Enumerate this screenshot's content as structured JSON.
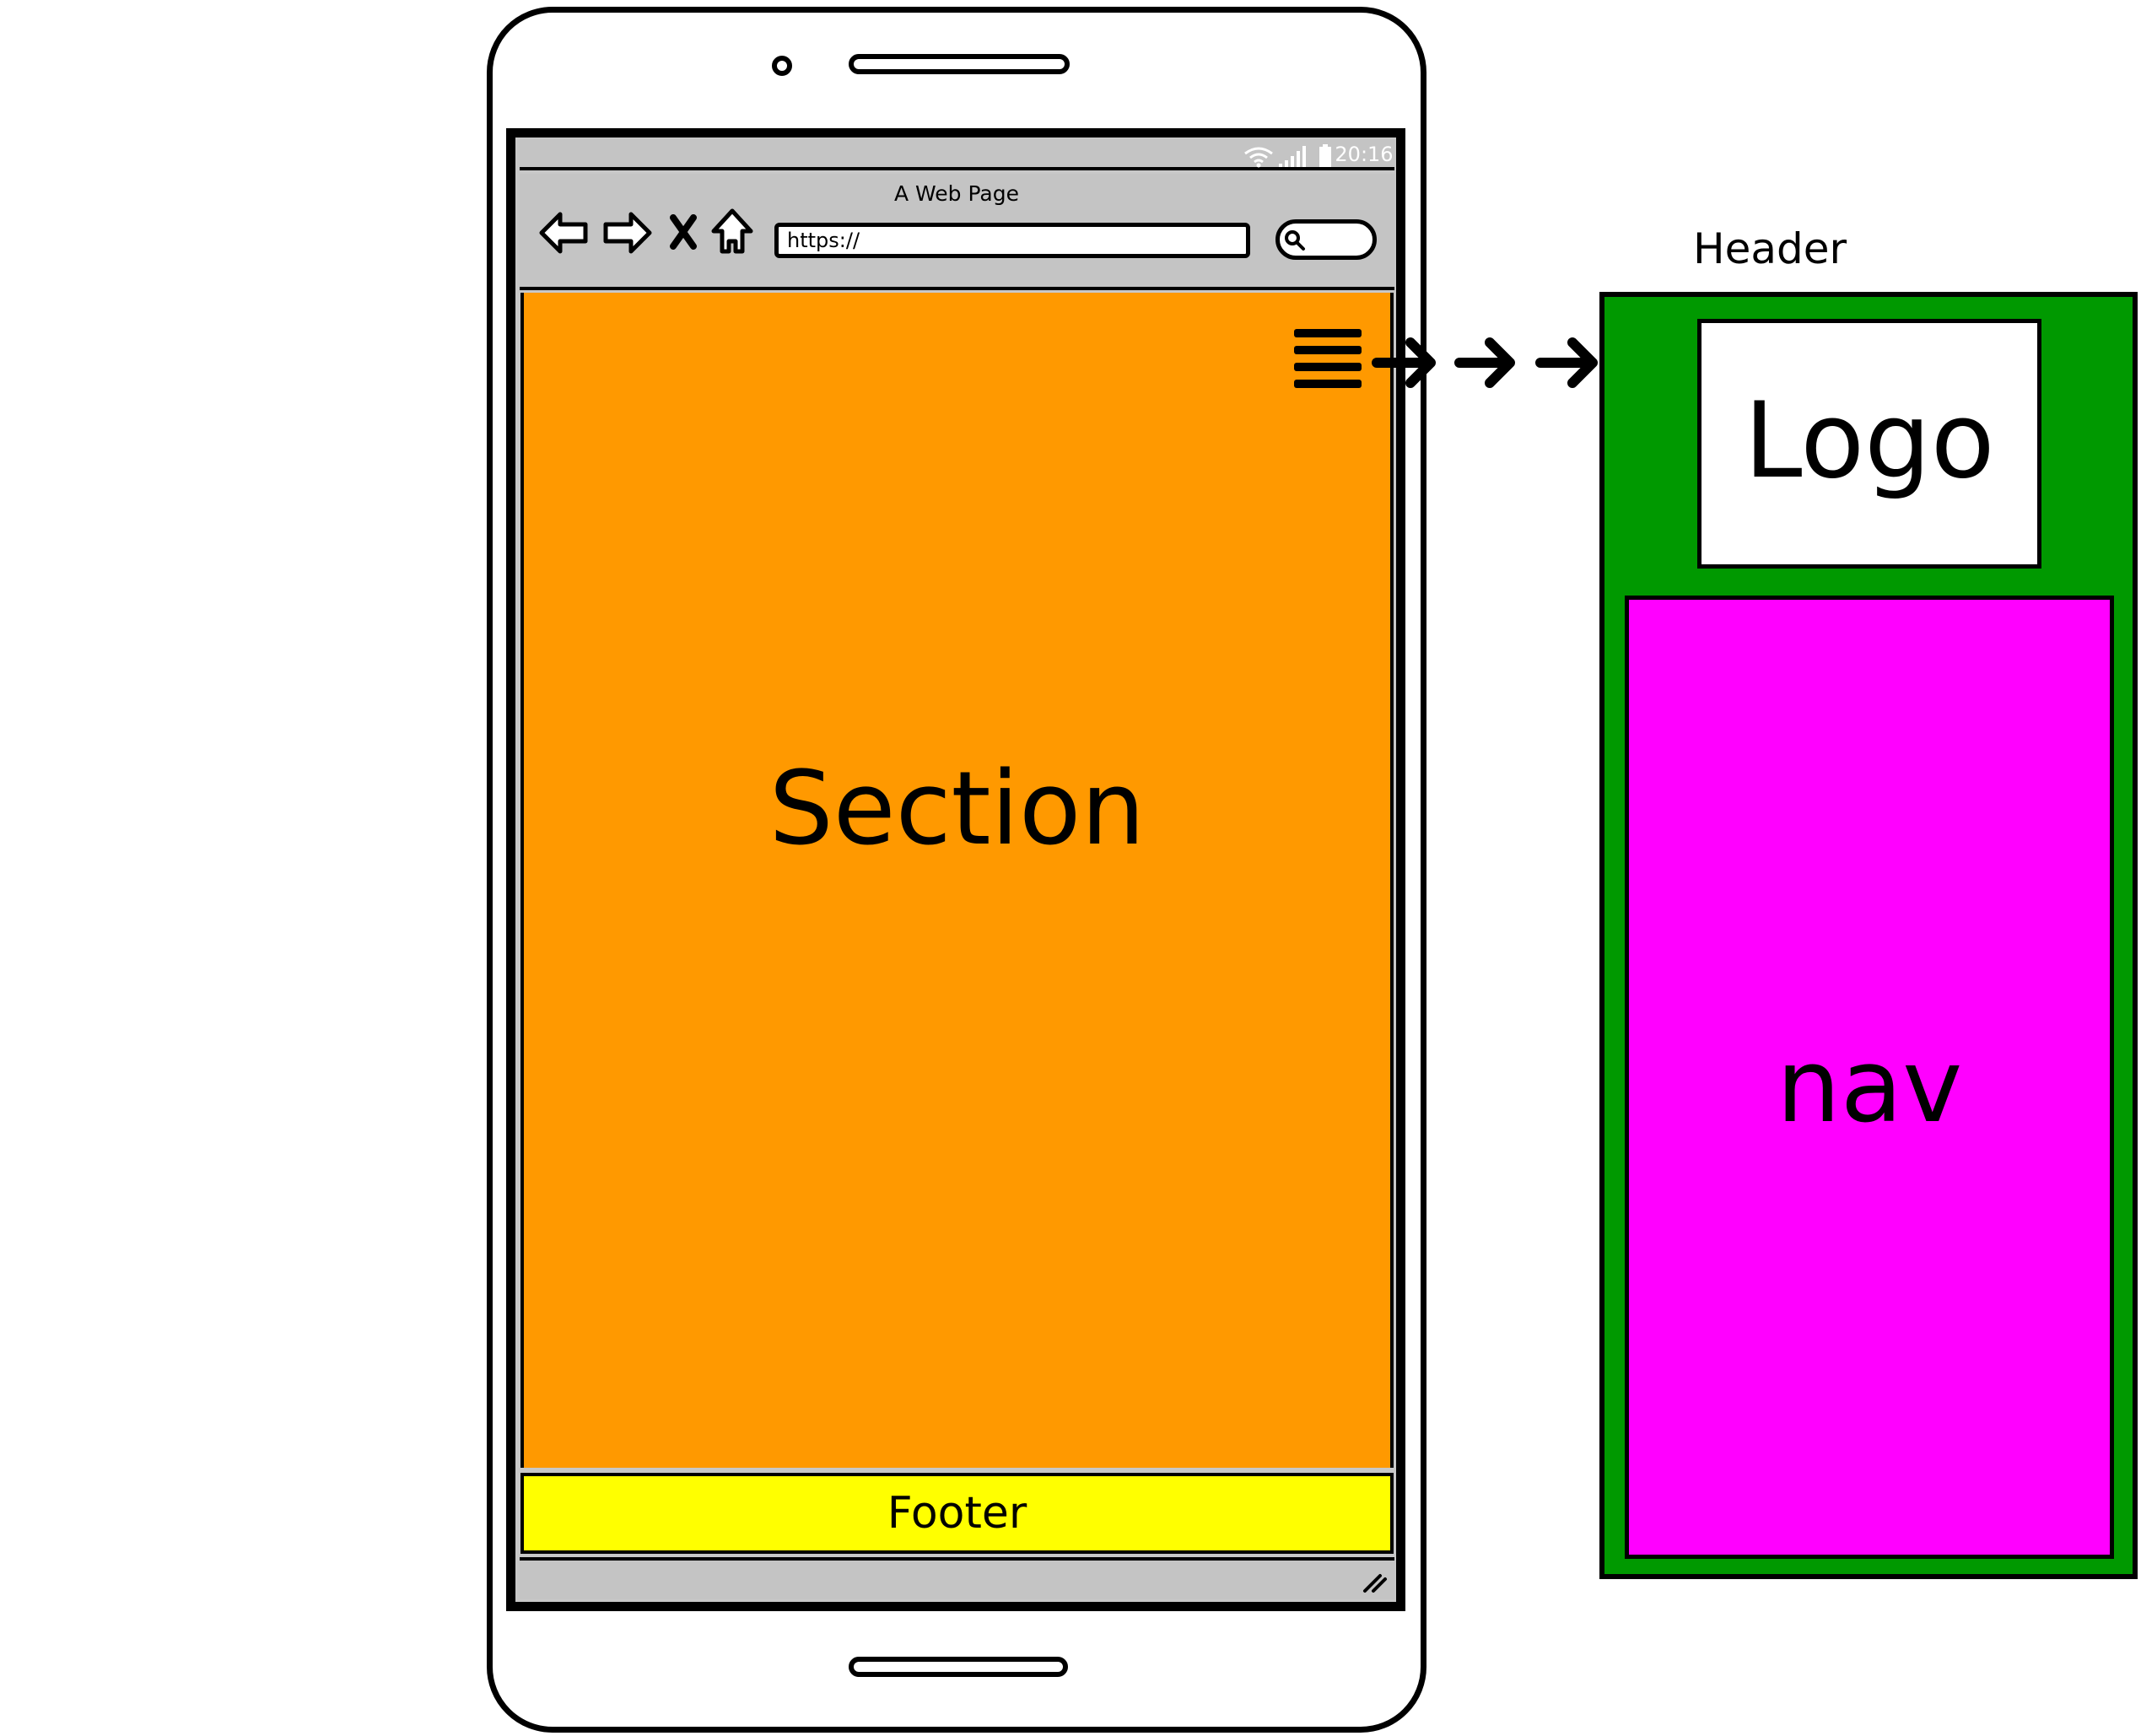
{
  "phone": {
    "status_time": "20:16"
  },
  "browser": {
    "page_title": "A Web Page",
    "url": "https://"
  },
  "section": {
    "label": "Section"
  },
  "footer": {
    "label": "Footer"
  },
  "header_diagram": {
    "title": "Header",
    "logo_label": "Logo",
    "nav_label": "nav"
  },
  "colors": {
    "section": "#ff9900",
    "footer": "#ffff00",
    "header": "#009900",
    "nav": "#ff00ff",
    "chrome": "#c4c4c4"
  },
  "icons": [
    "wifi-icon",
    "signal-icon",
    "battery-icon",
    "back-icon",
    "forward-icon",
    "close-icon",
    "home-icon",
    "search-icon",
    "hamburger-icon",
    "resize-icon",
    "arrow-icon"
  ]
}
